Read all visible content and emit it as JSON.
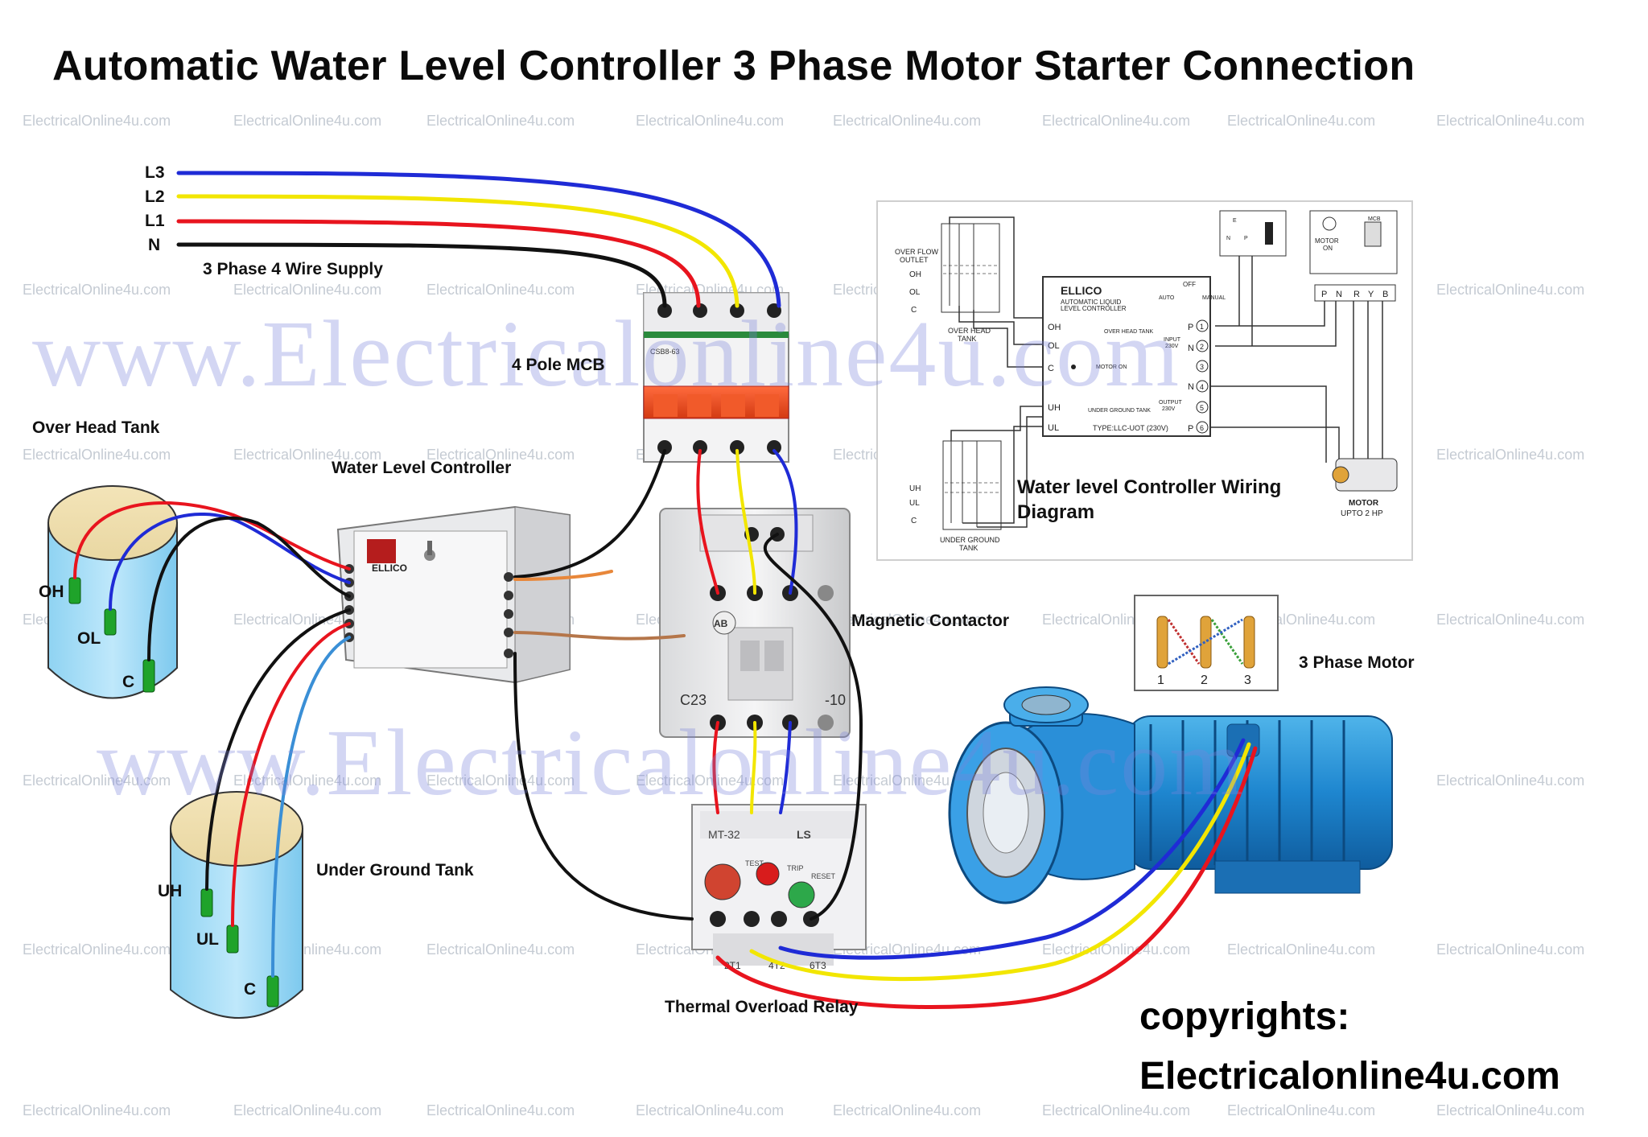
{
  "title": "Automatic Water Level Controller 3 Phase Motor Starter Connection",
  "watermark_big": "www.Electricalonline4u.com",
  "watermark_small": "ElectricalOnline4u.com",
  "supply": {
    "lines": [
      "L3",
      "L2",
      "L1",
      "N"
    ],
    "caption": "3 Phase 4 Wire Supply",
    "colors": {
      "L3": "#1f2bd6",
      "L2": "#f2e600",
      "L1": "#e8141e",
      "N": "#111111"
    }
  },
  "labels": {
    "mcb": "4 Pole MCB",
    "overhead_tank": "Over Head Tank",
    "water_level_controller": "Water Level Controller",
    "magnetic_contactor": "Magnetic Contactor",
    "three_phase_motor": "3 Phase Motor",
    "underground_tank": "Under Ground Tank",
    "thermal_overload_relay": "Thermal Overload Relay"
  },
  "overhead_probes": [
    "OH",
    "OL",
    "C"
  ],
  "underground_probes": [
    "UH",
    "UL",
    "C"
  ],
  "devices": {
    "mcb_model": "CSB8-63",
    "controller_brand": "ELLICO",
    "contactor_model": "C23",
    "contactor_suffix": "-10",
    "contactor_brand": "AB",
    "overload_model": "MT-32",
    "overload_brand": "LS",
    "overload_test": "TEST",
    "overload_trip": "TRIP",
    "overload_reset": "RESET",
    "overload_terminals": [
      "2T1",
      "4T2",
      "6T3"
    ]
  },
  "motor_terminal_numbers": [
    "1",
    "2",
    "3"
  ],
  "inset": {
    "title_line1": "Water level Controller Wiring",
    "title_line2": "Diagram",
    "brand": "ELLICO",
    "subtitle_line1": "AUTOMATIC LIQUID",
    "subtitle_line2": "LEVEL CONTROLLER",
    "type": "TYPE:LLC-UOT (230V)",
    "overflow_line1": "OVER FLOW",
    "overflow_line2": "OUTLET",
    "overhead_tank_line1": "OVER HEAD",
    "overhead_tank_line2": "TANK",
    "underground_tank_line1": "UNDER GROUND",
    "underground_tank_line2": "TANK",
    "left_terms": [
      "OH",
      "OL",
      "C",
      "UH",
      "UL"
    ],
    "side_probes_top": [
      "OH",
      "OL",
      "C"
    ],
    "side_probes_bottom": [
      "UH",
      "UL",
      "C"
    ],
    "inner_overhead": "OVER HEAD TANK",
    "inner_motor_on": "MOTOR ON",
    "inner_underground": "UNDER GROUND TANK",
    "input_label_line1": "INPUT",
    "input_label_line2": "230V",
    "output_label_line1": "OUTPUT",
    "output_label_line2": "230V",
    "right_terms": [
      "P",
      "N",
      "N",
      "P"
    ],
    "right_term_nums": [
      "1",
      "2",
      "3",
      "4",
      "5",
      "6"
    ],
    "auto_label": "AUTO",
    "off_label": "OFF",
    "manual_label": "MANUAL",
    "switch_terms": [
      "E",
      "N",
      "P"
    ],
    "motor_on_line1": "MOTOR",
    "motor_on_line2": "ON",
    "mcb_label": "MCB",
    "mcb_terms": [
      "P",
      "N",
      "R",
      "Y",
      "B"
    ],
    "motor_line1": "MOTOR",
    "motor_line2": "UPTO 2 HP"
  },
  "copyright": {
    "line1": "copyrights:",
    "line2": "Electricalonline4u.com"
  }
}
